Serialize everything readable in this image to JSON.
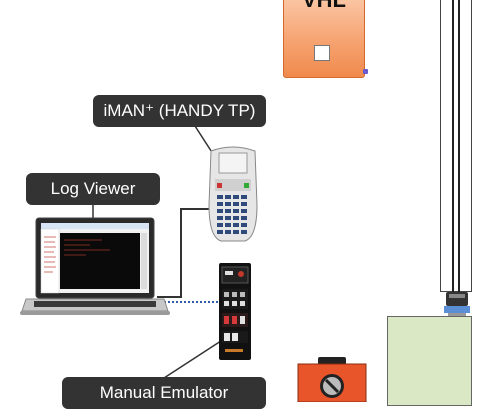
{
  "labels": {
    "vhl": "VHL",
    "iman": "iMAN⁺ (HANDY TP)",
    "log_viewer": "Log Viewer",
    "manual_emulator": "Manual Emulator"
  },
  "colors": {
    "callout_bg": "#333333",
    "vhl_orange": "#f6a472",
    "controller_green": "#dbe8c6",
    "actuator_red": "#e8451f",
    "dotted_link": "#2e5fa8"
  },
  "icons": {
    "handy_tp": "handheld-terminal-icon",
    "laptop": "laptop-icon",
    "emulator": "control-panel-icon"
  }
}
